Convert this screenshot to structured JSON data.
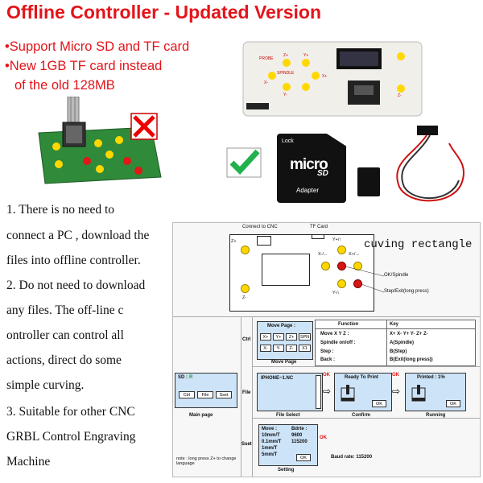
{
  "title": "Offline Controller - Updated Version",
  "bullets": [
    "•Support Micro SD and TF card",
    "•New 1GB TF card instead",
    "of the old 128MB"
  ],
  "description": [
    "1. There is no need to",
    "connect a PC , download the",
    " files into offline controller.",
    "2. Do not need to download",
    "any files. The off-line c",
    "ontroller can control all",
    "actions, direct do some",
    "simple curving.",
    "3. Suitable for other CNC",
    "GRBL Control Engraving",
    "Machine"
  ],
  "sd_card": {
    "lock": "Lock",
    "brand_top": "micro",
    "brand_bottom": "SD",
    "adapter": "Adapter"
  },
  "overlay_text": "cuving rectangle",
  "board": {
    "connect_label": "Connect to CNC",
    "tf_label": "TF Card",
    "z_plus": "Z+",
    "z_minus": "Z-",
    "y_plus": "Y+/↑",
    "y_minus": "Y-/↓",
    "x_minus": "X-/←",
    "x_plus": "X+/→",
    "ok_spindle": "OK/Spindle",
    "step_exit": "Step/Exit(long press)"
  },
  "device": {
    "labels": [
      "PROBE",
      "Z+",
      "Y+",
      "X-",
      "SPINDLE",
      "X+",
      "Y-",
      "Z-"
    ]
  },
  "menu": {
    "ctrl": "Ctrl",
    "file": "File",
    "sset": "Sset",
    "main_screen_title": "SD :",
    "main_screen_status": "R",
    "main_buttons": [
      "Ctrl",
      "File",
      "Sset"
    ],
    "main_caption": "Main page",
    "move_title": "Move Page :",
    "move_row1": [
      "X+",
      "Y+",
      "Z+",
      "SPN"
    ],
    "move_row2": [
      "X-",
      "Y-",
      "Z-",
      "X1"
    ],
    "move_caption": "Move Page",
    "func_header": [
      "Function",
      "Key"
    ],
    "func_rows": [
      [
        "Move X Y Z :",
        "X+  X-  Y+  Y-  Z+  Z-"
      ],
      [
        "Spindle on/off :",
        "A(Spindle)"
      ],
      [
        "Step :",
        "B(Step)"
      ],
      [
        "Back :",
        "B(Exit(long press))"
      ]
    ],
    "file_item": "IPHONE~1.NC",
    "file_caption": "File Select",
    "ok": "OK",
    "ready_title": "Ready To Print",
    "confirm_caption": "Confirm",
    "printed_title": "Printed : 1%",
    "running_caption": "Running",
    "sset_header": [
      "Move :",
      "Bdrte :"
    ],
    "sset_rows": [
      [
        "10mm/T",
        "9600"
      ],
      [
        "0.1mm/T",
        "115200"
      ],
      [
        "1mm/T",
        ""
      ],
      [
        "5mm/T",
        ""
      ]
    ],
    "sset_caption": "Setting",
    "baud": "Baud rate: 115200",
    "note": "note : long press Z+ to change language"
  },
  "colors": {
    "title_red": "#e3141a",
    "screen_blue": "#cde3f7",
    "pcb_green": "#2f8a3a",
    "check_green": "#22b14c"
  }
}
